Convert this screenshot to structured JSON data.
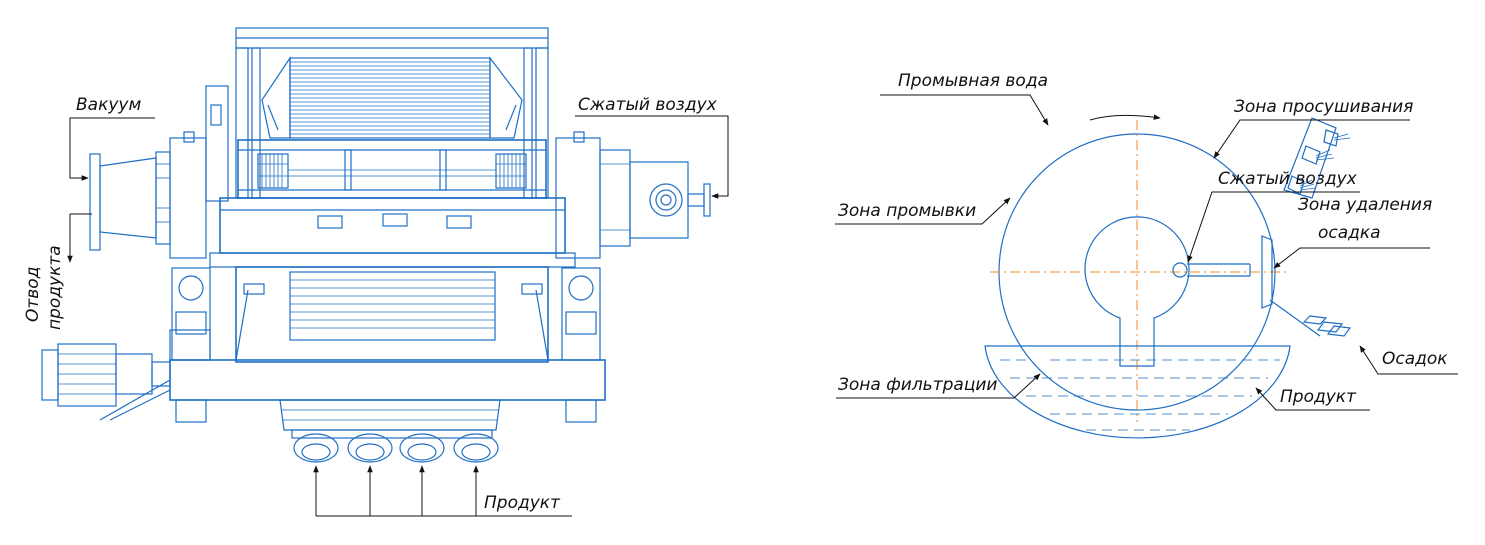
{
  "colors": {
    "line": "#1f6fc4",
    "axis": "#f08a2a",
    "text": "#111111"
  },
  "left_drawing": {
    "labels": {
      "vacuum": "Вакуум",
      "compressed_air": "Сжатый воздух",
      "product_outlet_line1": "Отвод",
      "product_outlet_line2": "продукта",
      "product": "Продукт"
    }
  },
  "right_drawing": {
    "labels": {
      "wash_water": "Промывная вода",
      "drying_zone": "Зона просушивания",
      "compressed_air": "Сжатый воздух",
      "washing_zone": "Зона промывки",
      "cake_removal_zone_line1": "Зона удаления",
      "cake_removal_zone_line2": "осадка",
      "sediment": "Осадок",
      "filtration_zone": "Зона фильтрации",
      "product": "Продукт"
    }
  }
}
